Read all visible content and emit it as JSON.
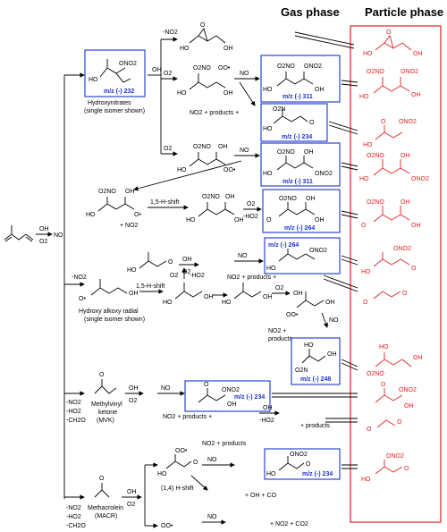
{
  "headers": {
    "gas": "Gas phase",
    "particle": "Particle phase"
  },
  "colors": {
    "mz": "#1a33cc",
    "particle": "#e02020",
    "text": "#000000"
  },
  "labels": {
    "hydroxynitrates": "Hydroxynitrates",
    "single_isomer": "(single isomer shown)",
    "hydroxy_alkoxy": "Hydroxy alkoxy radial",
    "single_isomer2": "(single isomer shown)",
    "mvk1": "Methylvinyl",
    "mvk2": "ketone",
    "mvk3": "(MVK)",
    "macr1": "Methacrolein",
    "macr2": "(MACR)"
  },
  "mz": {
    "a": "m/z (-) 232",
    "b": "m/z (-) 311",
    "c": "m/z (-) 234",
    "d": "m/z (-) 311",
    "e": "m/z (-) 264",
    "f": "m/z (-) 264",
    "g": "m/z (-) 248",
    "h": "m/z (-) 234",
    "i": "m/z (-) 234"
  },
  "reagents": {
    "oh": "OH",
    "o2": "O2",
    "no": "NO",
    "no2_minus": "-NO2",
    "ho2_minus": "-HO2",
    "ch2o_minus": "-CH2O",
    "shift15": "1,5-H-shift",
    "shift14": "(1,4) H-shift",
    "no2_products": "NO2 + products +",
    "no2_products2": "NO2 + products",
    "plus_no2": "+ NO2",
    "no2_plus": "NO2 +",
    "products": "products",
    "plus_products": "+ products",
    "oh_co": "+ OH + CO",
    "no2_co2": "+ NO2 + CO2"
  },
  "groups": {
    "ho": "HO",
    "oh": "OH",
    "ono2": "ONO2",
    "o2no": "O2NO",
    "o2n": "O2N",
    "no2": "NO2",
    "o": "O",
    "oo": "OO•",
    "odot": "O•"
  }
}
